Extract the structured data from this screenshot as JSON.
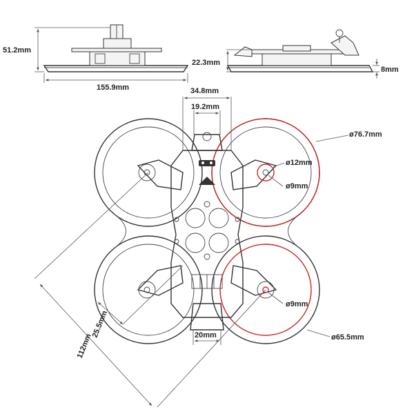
{
  "labels": {
    "side_height": "51.2mm",
    "side_width": "155.9mm",
    "top_frame_height": "22.3mm",
    "guard_height": "8mm",
    "stack_width": "34.8mm",
    "stack_inner": "19.2mm",
    "guard_outer_dia": "ø76.7mm",
    "mount_12": "ø12mm",
    "mount_9_top": "ø9mm",
    "mount_9_bottom": "ø9mm",
    "guard_inner_dia": "ø65.5mm",
    "rear_width": "20mm",
    "prop_size": "25.5mm",
    "wheelbase": "112mm"
  },
  "colors": {
    "highlight": "#c8282d",
    "line": "#333333"
  }
}
